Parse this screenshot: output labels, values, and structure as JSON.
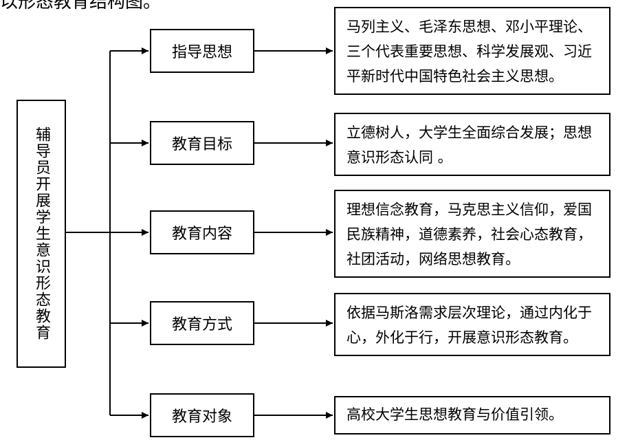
{
  "caption": "以形态教育结构图。",
  "root": {
    "label": "辅导员开展学生意识形态教育"
  },
  "branches": [
    {
      "label": "指导思想",
      "description": "马列主义、毛泽东思想、邓小平理论、三个代表重要思想、科学发展观、习近平新时代中国特色社会主义思想。"
    },
    {
      "label": "教育目标",
      "description": "立德树人，大学生全面综合发展；思想意识形态认同 。"
    },
    {
      "label": "教育内容",
      "description": "理想信念教育，马克思主义信仰，爱国民族精神，道德素养，社会心态教育，社团活动，网络思想教育。"
    },
    {
      "label": "教育方式",
      "description": "依据马斯洛需求层次理论，通过内化于心，外化于行，开展意识形态教育。"
    },
    {
      "label": "教育对象",
      "description": "高校大学生思想教育与价值引领。"
    }
  ]
}
